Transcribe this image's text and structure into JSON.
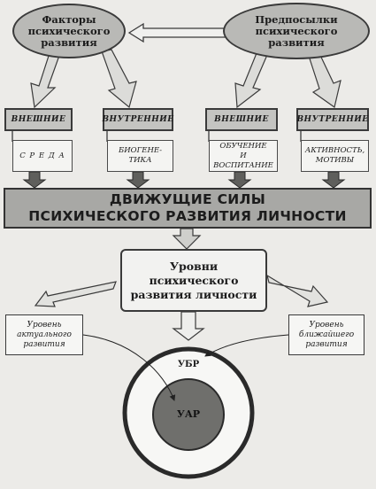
{
  "ovals": {
    "factors": [
      "Факторы",
      "психического",
      "развития"
    ],
    "prerequisites": [
      "Предпосылки",
      "психического",
      "развития"
    ]
  },
  "categories": {
    "external_1": "ВНЕШНИЕ",
    "internal_1": "ВНУТРЕННИЕ",
    "external_2": "ВНЕШНИЕ",
    "internal_2": "ВНУТРЕННИЕ"
  },
  "items": {
    "environment": [
      "С Р Е Д А"
    ],
    "biogenetics": [
      "БИОГЕНЕ-",
      "ТИКА"
    ],
    "education": [
      "ОБУЧЕНИЕ",
      "И",
      "ВОСПИТАНИЕ"
    ],
    "activity": [
      "АКТИВНОСТЬ,",
      "МОТИВЫ"
    ]
  },
  "banner": [
    "ДВИЖУЩИЕ СИЛЫ",
    "ПСИХИЧЕСКОГО РАЗВИТИЯ ЛИЧНОСТИ"
  ],
  "levels": [
    "Уровни",
    "психического",
    "развития личности"
  ],
  "actual": [
    "Уровень",
    "актуального",
    "развития"
  ],
  "proximal": [
    "Уровень",
    "ближайшего",
    "развития"
  ],
  "circles": {
    "outer": "УБР",
    "inner": "УАР"
  },
  "colors": {
    "fill_gray": "#b9b9b6",
    "banner_gray": "#a8a8a5",
    "arrow_gray": "#d6d6d3",
    "dark_fill": "#6f6f6c",
    "stroke": "#3a3a3a"
  }
}
